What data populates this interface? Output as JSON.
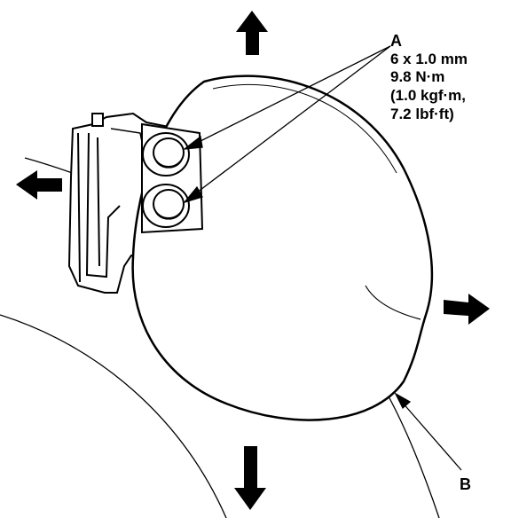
{
  "callouts": {
    "a": {
      "letter": "A",
      "spec_lines": [
        "6 x 1.0 mm",
        "9.8 N·m",
        "(1.0 kgf·m,",
        "7.2 lbf·ft)"
      ]
    },
    "b": {
      "letter": "B"
    }
  },
  "arrows": [
    {
      "id": "up",
      "direction": "up"
    },
    {
      "id": "left",
      "direction": "left"
    },
    {
      "id": "right",
      "direction": "right"
    },
    {
      "id": "down",
      "direction": "down"
    }
  ],
  "colors": {
    "ink": "#000000",
    "paper": "#ffffff"
  }
}
